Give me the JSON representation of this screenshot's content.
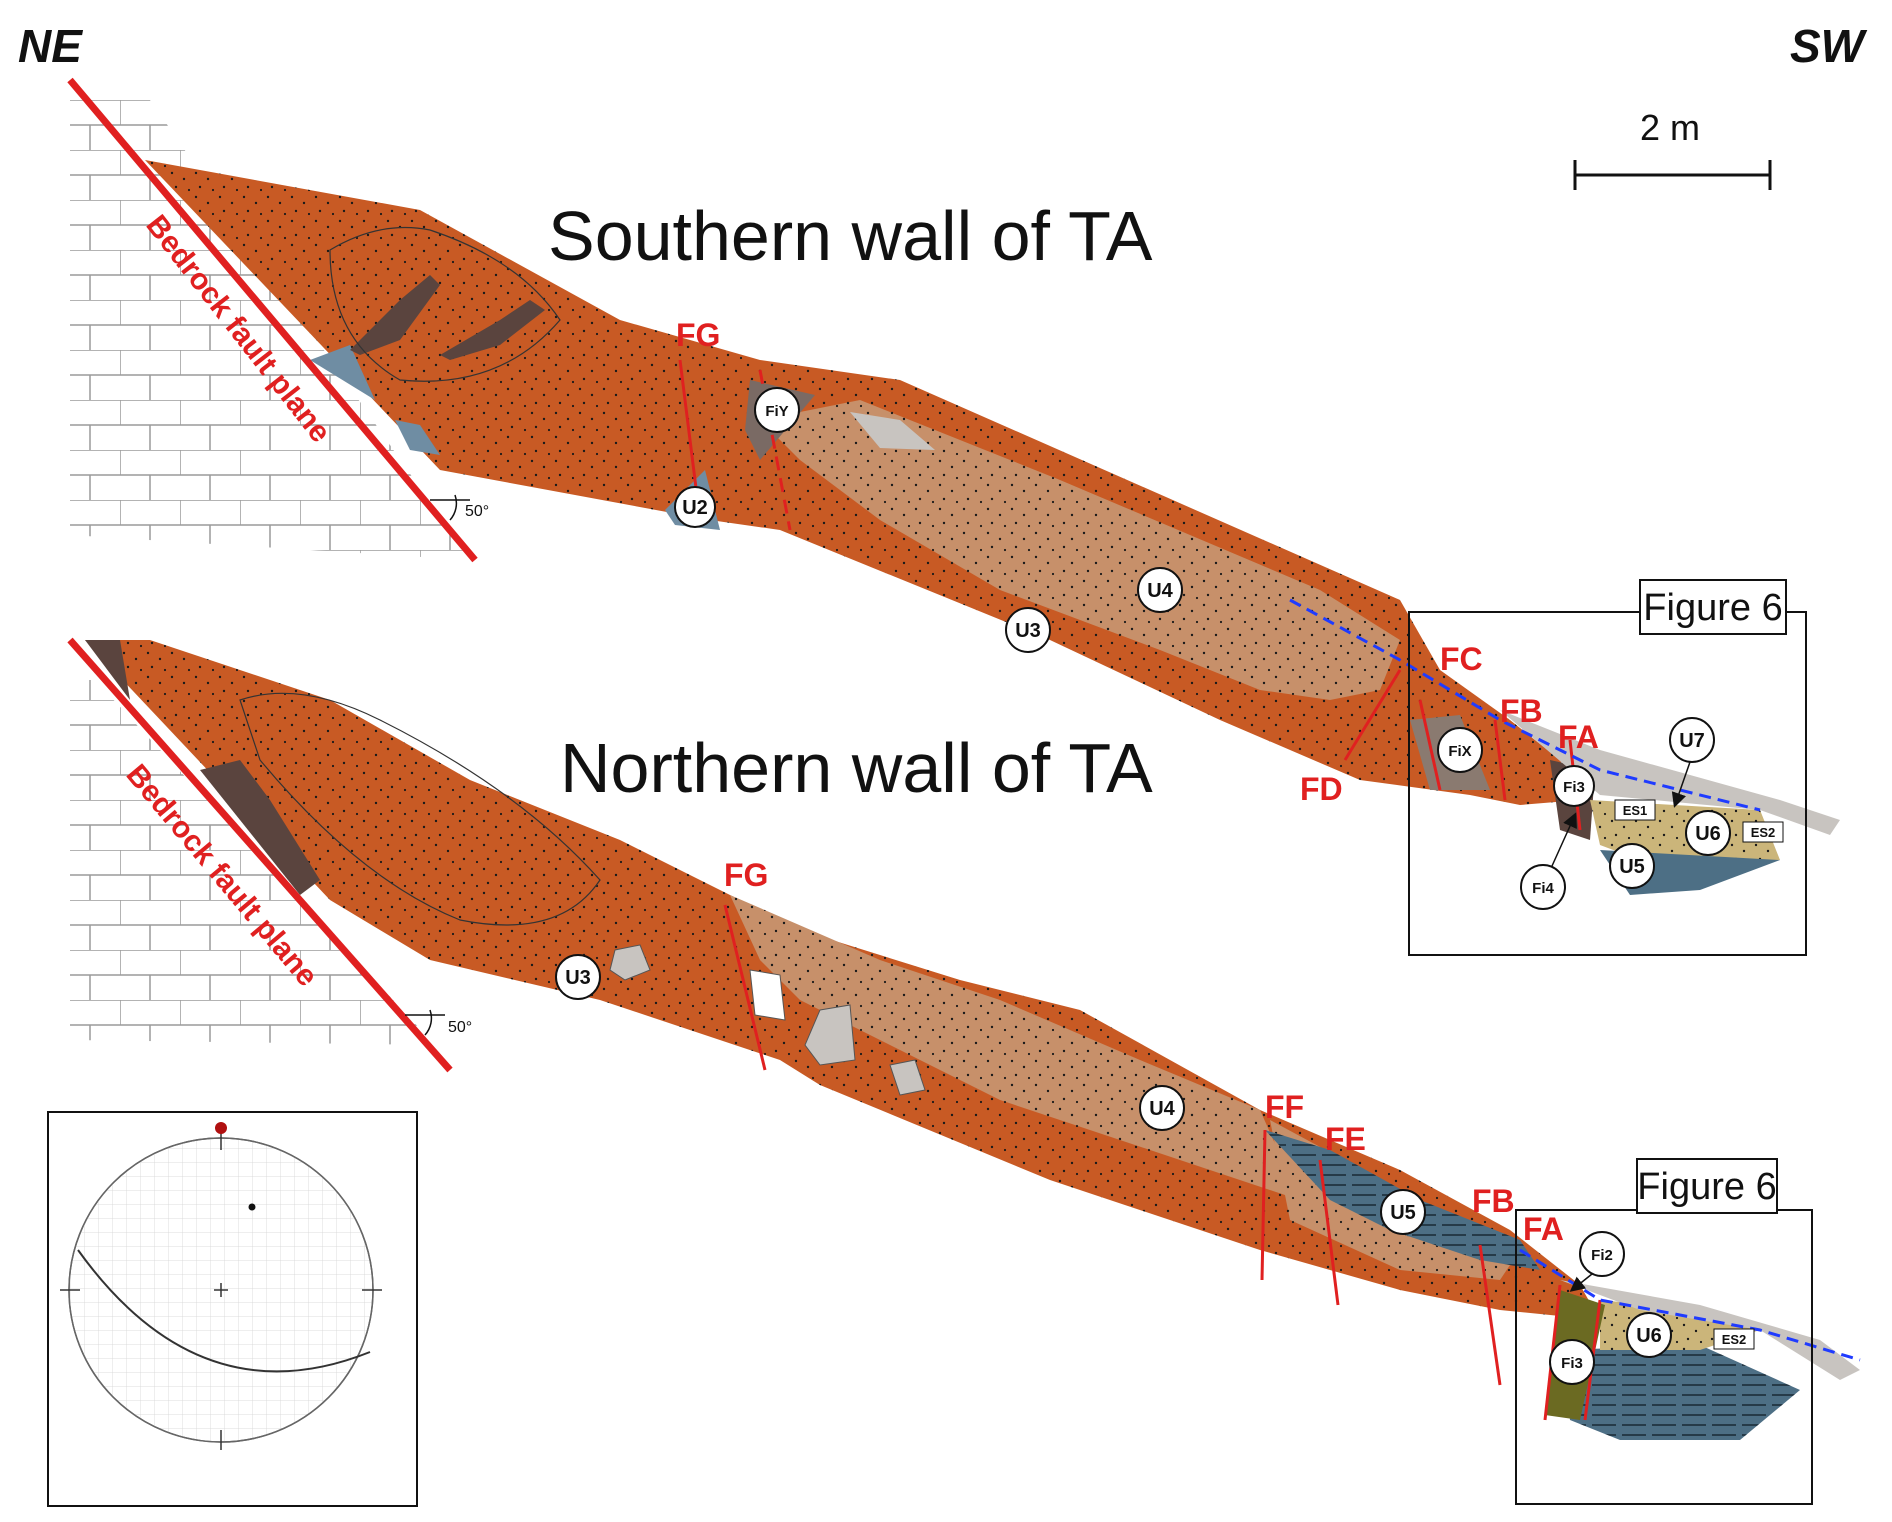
{
  "orientation": {
    "left": "NE",
    "right": "SW"
  },
  "scale_bar": {
    "label": "2 m"
  },
  "colors": {
    "orange_sand": "#c85a24",
    "tan_sand": "#c7906a",
    "blue_gray": "#4d6f85",
    "light_gray": "#c8c4c0",
    "dark_brown": "#5a443e",
    "yellow_tan": "#cbb57a",
    "olive": "#6b6a22",
    "fault_red": "#e02020",
    "surface_blue": "#1f3bff"
  },
  "southern_wall": {
    "title": "Southern wall of TA",
    "bedrock_label": "Bedrock fault plane",
    "dip_angle": "50°",
    "faults": [
      "FG",
      "FC",
      "FB",
      "FA",
      "FD"
    ],
    "units": [
      "FiY",
      "U2",
      "U4",
      "U3",
      "FiX",
      "Fi3",
      "U7",
      "U6",
      "U5",
      "Fi4"
    ],
    "surfaces": [
      "ES1",
      "ES2"
    ],
    "inset_label": "Figure 6"
  },
  "northern_wall": {
    "title": "Northern wall of TA",
    "bedrock_label": "Bedrock fault plane",
    "dip_angle": "50°",
    "faults": [
      "FG",
      "FF",
      "FE",
      "FB",
      "FA"
    ],
    "units": [
      "U3",
      "U4",
      "U5",
      "Fi2",
      "U6",
      "Fi3"
    ],
    "surfaces": [
      "ES2"
    ],
    "inset_label": "Figure 6"
  },
  "stereonet": {
    "type": "lower-hemisphere stereonet",
    "pole_color": "#b01010"
  }
}
